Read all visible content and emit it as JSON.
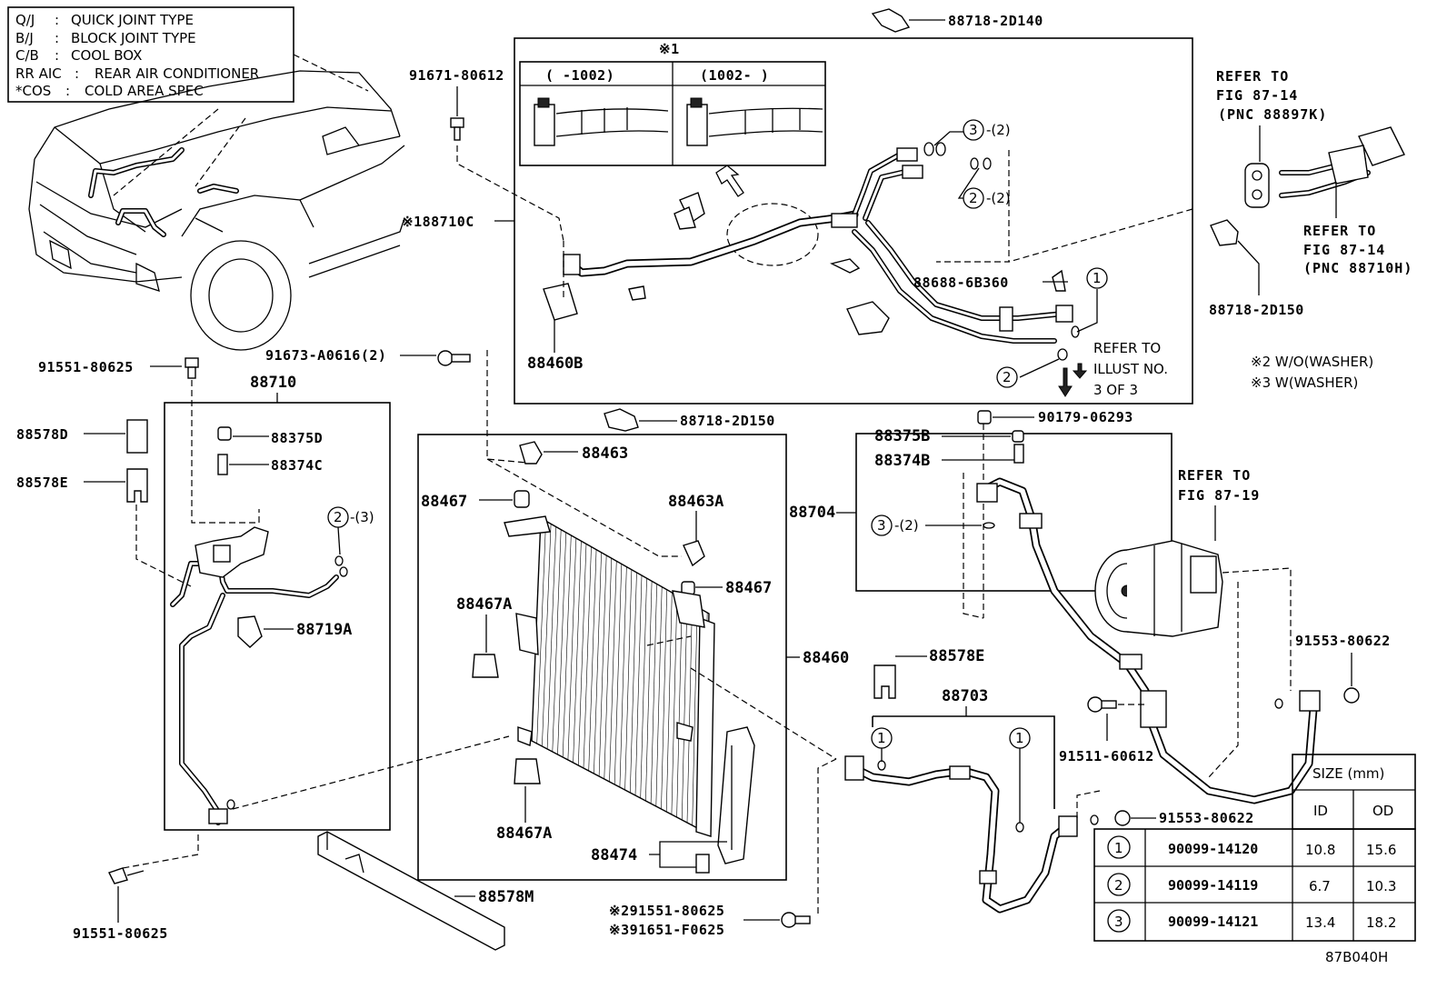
{
  "legend": [
    {
      "abbr": "Q/J",
      "sep": ":",
      "text": "QUICK JOINT TYPE"
    },
    {
      "abbr": "B/J",
      "sep": ":",
      "text": "BLOCK JOINT TYPE"
    },
    {
      "abbr": "C/B",
      "sep": ":",
      "text": "COOL BOX"
    },
    {
      "abbr": "RR AIC",
      "sep": ":",
      "text": "REAR AIR CONDITIONER"
    },
    {
      "abbr": "*COS",
      "sep": ":",
      "text": "COLD AREA SPEC"
    }
  ],
  "inset": {
    "mark": "※1",
    "left_range": "(    -1002)",
    "right_range": "(1002-     )"
  },
  "parts": {
    "p_88718_2D140": "88718-2D140",
    "p_91671_80612": "91671-80612",
    "p_88710C": "※188710C",
    "p_88460B": "88460B",
    "p_88688_6B360": "88688-6B360",
    "p_91673": "91673-A0616(2)",
    "p_91551_top": "91551-80625",
    "p_88710": "88710",
    "p_88578D": "88578D",
    "p_88578E_left": "88578E",
    "p_88375D": "88375D",
    "p_88374C": "88374C",
    "p_88719A": "88719A",
    "p_88718_2D150_mid": "88718-2D150",
    "p_88463": "88463",
    "p_88467_a": "88467",
    "p_88463A": "88463A",
    "p_88467_b": "88467",
    "p_88467A_a": "88467A",
    "p_88467A_b": "88467A",
    "p_88460": "88460",
    "p_88474": "88474",
    "p_88578M": "88578M",
    "p_91551_bottom": "91551-80625",
    "p_w2": "※291551-80625",
    "p_w3": "※391651-F0625",
    "p_88375B": "88375B",
    "p_88374B": "88374B",
    "p_90179": "90179-06293",
    "p_88704": "88704",
    "p_88578E_right": "88578E",
    "p_88703": "88703",
    "p_91511": "91511-60612",
    "p_91553_a": "91553-80622",
    "p_91553_b": "91553-80622",
    "p_88718_2D150_right": "88718-2D150"
  },
  "callouts": {
    "c3_top": "-(2)",
    "c2_top": "-(2)",
    "c2_left": "-(3)",
    "c3_mid": "-(2)"
  },
  "refs": {
    "ref1_l1": "REFER TO",
    "ref1_l2": "FIG 87-14",
    "ref1_l3": "(PNC 88897K)",
    "ref2_l1": "REFER TO",
    "ref2_l2": "FIG 87-14",
    "ref2_l3": "(PNC 88710H)",
    "ref3_l1": "REFER TO",
    "ref3_l2": "ILLUST NO.",
    "ref3_l3": "3 OF 3",
    "ref4_l1": "REFER TO",
    "ref4_l2": "FIG 87-19"
  },
  "notes": {
    "n2": "※2 W/O(WASHER)",
    "n3": "※3 W(WASHER)"
  },
  "size_table": {
    "title": "SIZE (mm)",
    "col_id": "ID",
    "col_od": "OD",
    "rows": [
      {
        "mark": "1",
        "part": "90099-14120",
        "id": "10.8",
        "od": "15.6"
      },
      {
        "mark": "2",
        "part": "90099-14119",
        "id": "6.7",
        "od": "10.3"
      },
      {
        "mark": "3",
        "part": "90099-14121",
        "id": "13.4",
        "od": "18.2"
      }
    ]
  },
  "drawing_code": "87B040H"
}
